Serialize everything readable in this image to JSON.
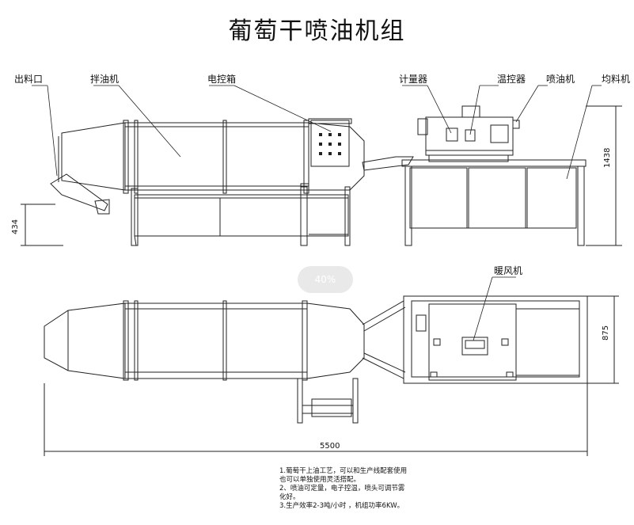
{
  "title": "葡萄干喷油机组",
  "labels": {
    "outlet": "出料口",
    "mixer": "拌油机",
    "control_box": "电控箱",
    "meter": "计量器",
    "temp_control": "温控器",
    "sprayer": "喷油机",
    "leveler": "均料机",
    "heater": "暖风机"
  },
  "dimensions": {
    "height_left": "434",
    "height_right": "1438",
    "width_plan": "875",
    "total_length": "5500"
  },
  "badge": "40%",
  "notes": [
    "1.葡萄干上油工艺，可以和生产线配套使用",
    "也可以单独使用灵活搭配。",
    "2、喷油可定量，电子控温，喷头可调节雾",
    "化好。",
    "3.生产效率2-3吨/小时 ，机组功率6KW。"
  ]
}
